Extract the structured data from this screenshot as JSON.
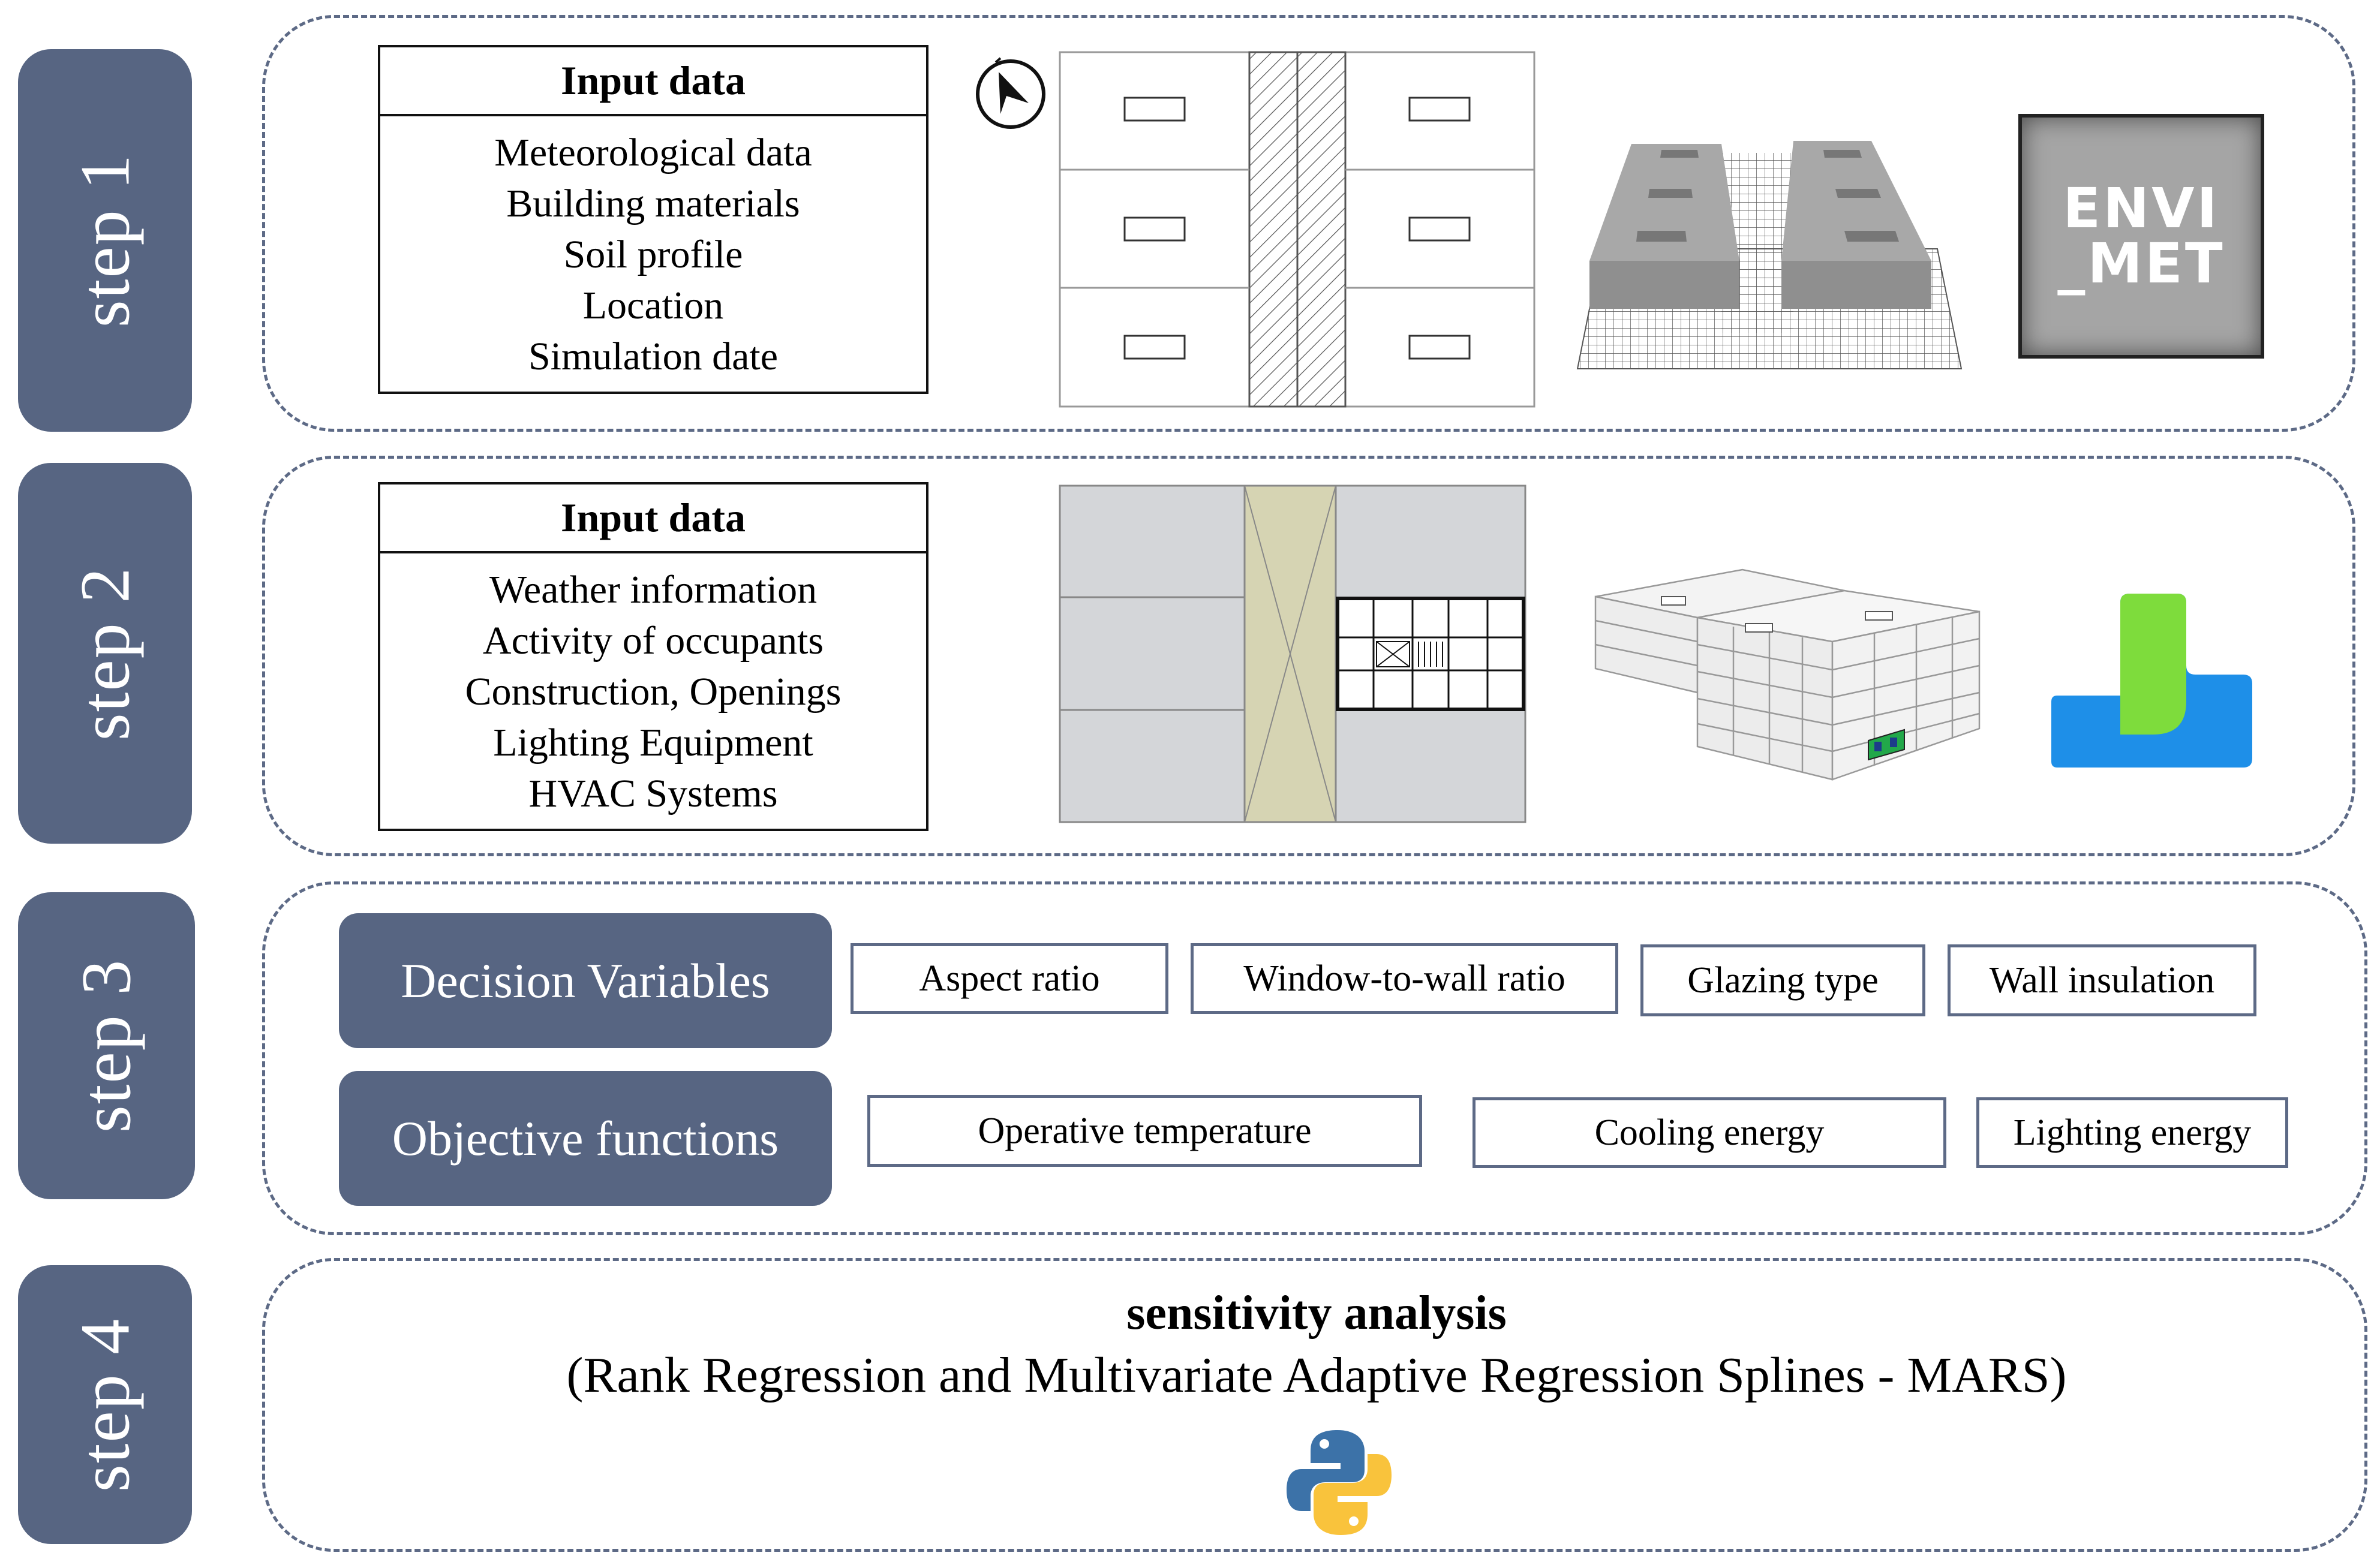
{
  "steps": [
    {
      "label": "step 1"
    },
    {
      "label": "step 2"
    },
    {
      "label": "step 3"
    },
    {
      "label": "step 4"
    }
  ],
  "step1": {
    "table_title": "Input data",
    "items": [
      "Meteorological data",
      "Building materials",
      "Soil profile",
      "Location",
      "Simulation date"
    ],
    "logo_line1": "ENVI",
    "logo_line2": "_MET"
  },
  "step2": {
    "table_title": "Input data",
    "items": [
      "Weather information",
      "Activity of occupants",
      "Construction, Openings",
      "Lighting Equipment",
      "HVAC Systems"
    ]
  },
  "step3": {
    "decision_label": "Decision Variables",
    "objective_label": "Objective functions",
    "decision_variables": [
      "Aspect ratio",
      "Window-to-wall ratio",
      "Glazing type",
      "Wall insulation"
    ],
    "objective_functions": [
      "Operative temperature",
      "Cooling energy",
      "Lighting energy"
    ]
  },
  "step4": {
    "title": "sensitivity analysis",
    "subtitle": "(Rank Regression and Multivariate Adaptive Regression Splines - MARS)"
  },
  "colors": {
    "tab": "#576582",
    "panel_border": "#5d6a86",
    "logo_green": "#7edc3c",
    "logo_blue": "#1e8fe8",
    "python_blue": "#3c72a8",
    "python_yellow": "#f9c33c"
  },
  "icons": [
    "compass-icon",
    "envi-met-logo",
    "designbuilder-logo",
    "python-logo"
  ]
}
